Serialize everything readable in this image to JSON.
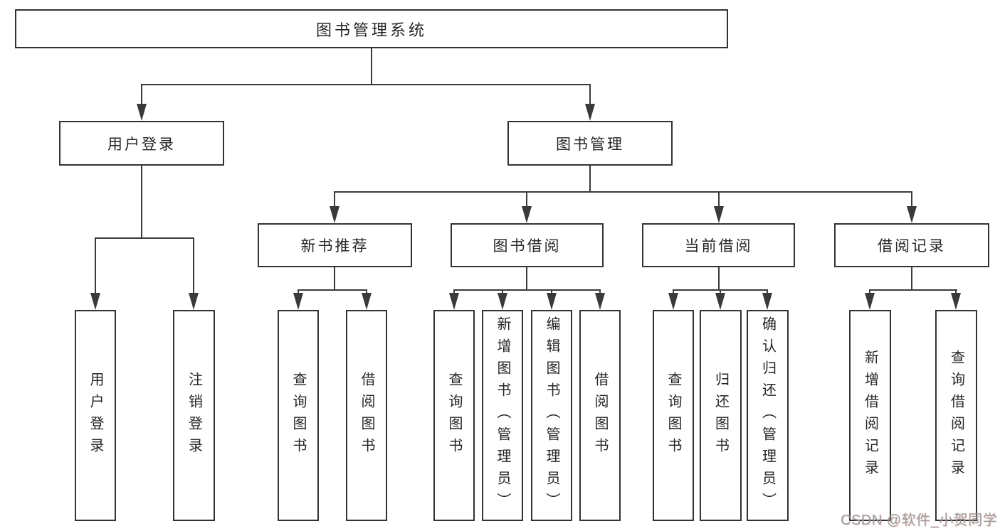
{
  "nodes": {
    "root": "图书管理系统",
    "user": {
      "label": "用户登录",
      "children": [
        "用户登录",
        "注销登录"
      ]
    },
    "management": {
      "label": "图书管理",
      "sections": [
        {
          "label": "新书推荐",
          "children": [
            "查询图书",
            "借阅图书"
          ]
        },
        {
          "label": "图书借阅",
          "children": [
            "查询图书",
            "新增图书（管理员）",
            "编辑图书（管理员）",
            "借阅图书"
          ]
        },
        {
          "label": "当前借阅",
          "children": [
            "查询图书",
            "归还图书",
            "确认归还（管理员）"
          ]
        },
        {
          "label": "借阅记录",
          "children": [
            "新增借阅记录",
            "查询借阅记录"
          ]
        }
      ]
    }
  },
  "watermark": {
    "text": "CSDN @软件_小贺同学"
  },
  "colors": {
    "line": "#3a3a3a",
    "box_border": "#333333",
    "text": "#262626",
    "watermark": "#9c9c9c",
    "background": "#ffffff"
  }
}
